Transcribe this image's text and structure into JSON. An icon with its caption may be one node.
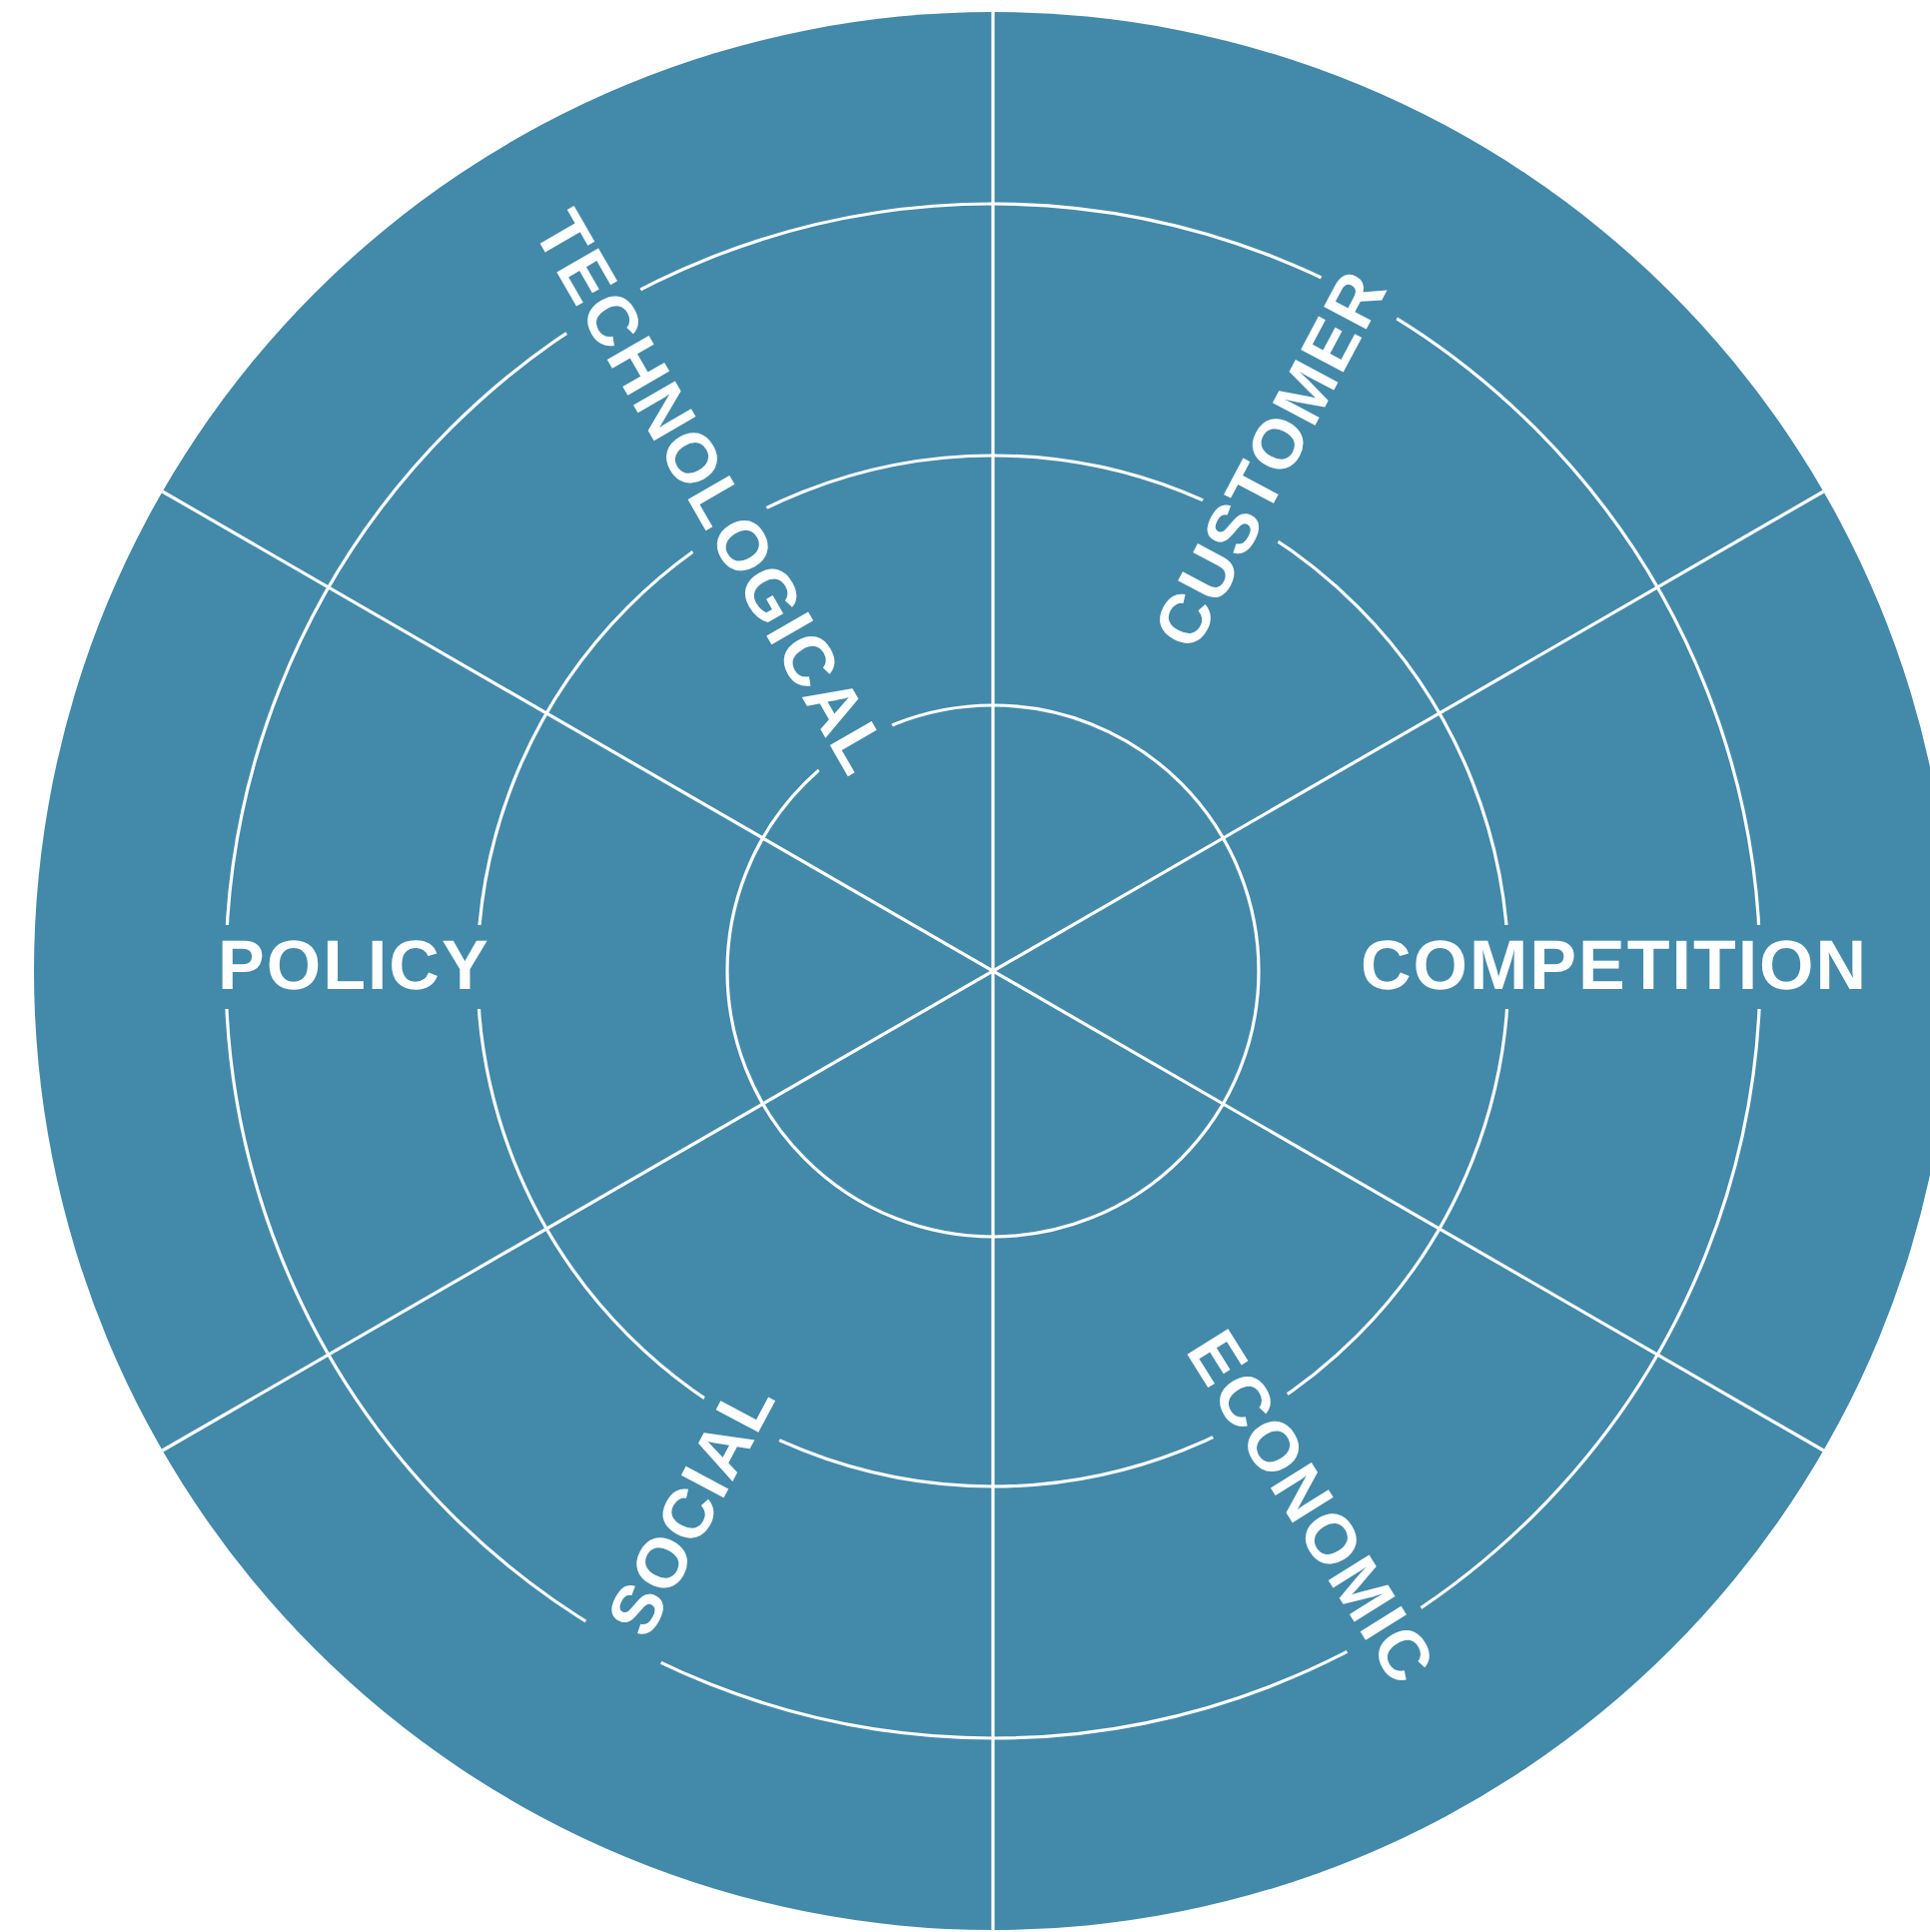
{
  "diagram": {
    "labels": [
      "TECHNOLOGICAL",
      "CUSTOMER",
      "POLICY",
      "COMPETITION",
      "SOCIAL",
      "ECONOMIC"
    ]
  }
}
